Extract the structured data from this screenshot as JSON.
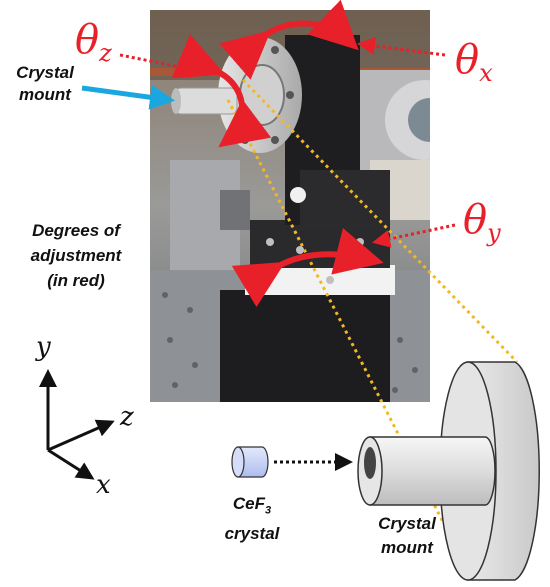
{
  "labels": {
    "theta_z": {
      "sym": "θ",
      "sub": "z"
    },
    "theta_x": {
      "sym": "θ",
      "sub": "x"
    },
    "theta_y": {
      "sym": "θ",
      "sub": "y"
    },
    "crystal_mount_top": [
      "Crystal",
      "mount"
    ],
    "degrees": [
      "Degrees of",
      "adjustment",
      "(in red)"
    ],
    "crystal_name": [
      "CeF",
      "3"
    ],
    "crystal_word": "crystal",
    "crystal_mount_bottom": [
      "Crystal",
      "mount"
    ]
  },
  "axes": {
    "y": "y",
    "z": "z",
    "x": "x"
  },
  "colors": {
    "rotation_arrow": "#e8202a",
    "mount_pointer": "#1aa7e0",
    "zoom_lines": "#f2b824",
    "crystal": "#c7d3f5"
  }
}
